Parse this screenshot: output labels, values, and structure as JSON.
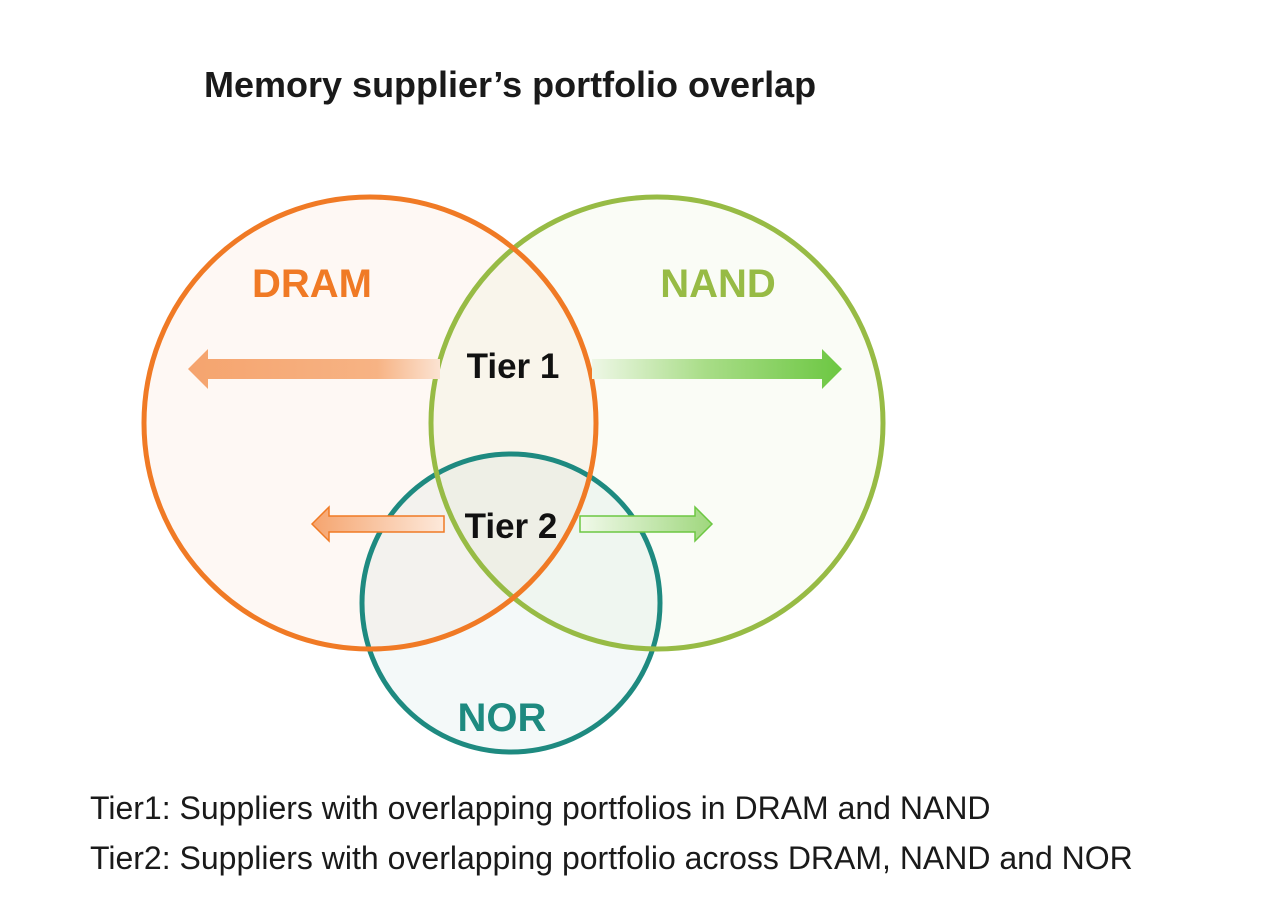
{
  "title": "Memory supplier’s portfolio overlap",
  "sets": {
    "dram": {
      "label": "DRAM",
      "color": "#f07a25"
    },
    "nand": {
      "label": "NAND",
      "color": "#97bb45"
    },
    "nor": {
      "label": "NOR",
      "color": "#1e8a80"
    }
  },
  "tiers": {
    "tier1": "Tier 1",
    "tier2": "Tier 2"
  },
  "notes": {
    "tier1": "Tier1: Suppliers with overlapping portfolios in DRAM and NAND",
    "tier2": "Tier2: Suppliers with overlapping portfolio across DRAM, NAND and NOR"
  },
  "arrow_colors": {
    "orange": "#f5a26a",
    "green": "#6cc742"
  }
}
